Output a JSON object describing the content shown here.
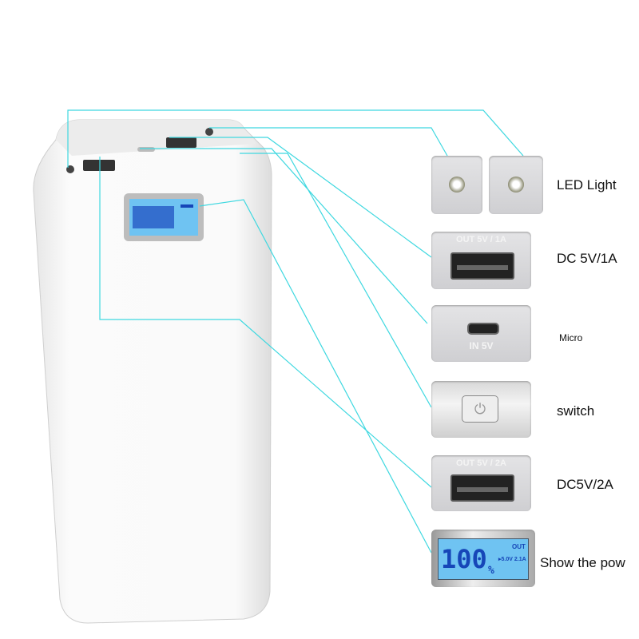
{
  "labels": {
    "led": "LED Light",
    "dc1a": "DC 5V/1A",
    "micro": "Micro",
    "switch": "switch",
    "dc2a": "DC5V/2A",
    "lcd": "Show the pow"
  },
  "ports": {
    "out1": "OUT 5V / 1A",
    "in": "IN 5V",
    "out2": "OUT 5V / 2A"
  },
  "display": {
    "percent": "100",
    "percent_sign": "%",
    "out_label": "OUT",
    "output": "▸5.0V 2.1A"
  },
  "colors": {
    "callout": "#3fd8e0",
    "lcd": "#6fc3f2"
  }
}
